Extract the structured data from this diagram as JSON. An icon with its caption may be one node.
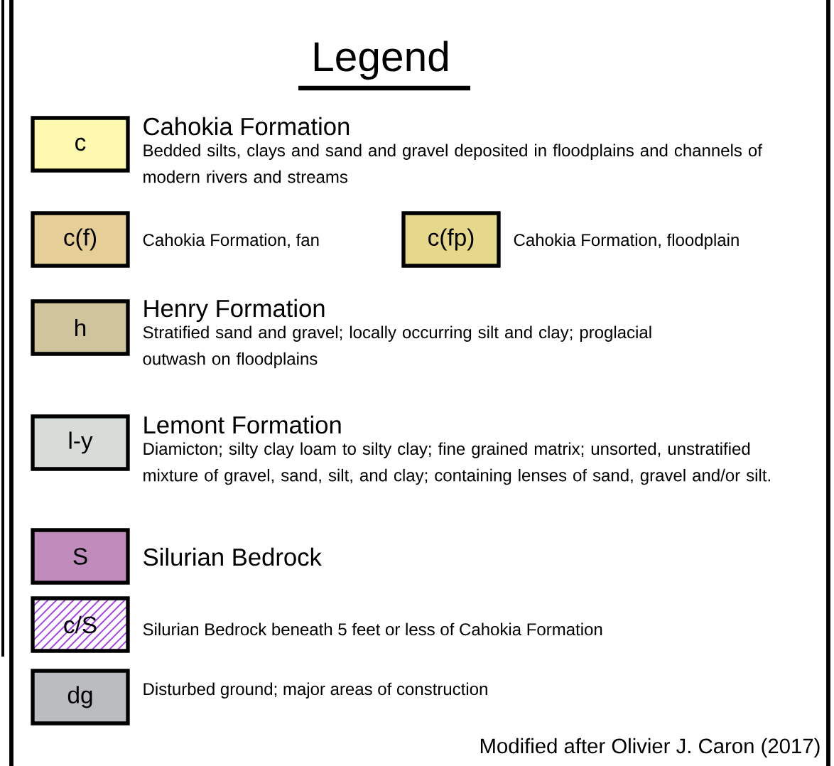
{
  "diagram": {
    "title": "Legend",
    "caption": "Modified after Olivier J. Caron (2017)",
    "labels": [
      "c",
      "Bedded silts, clays and sand and gravel deposited in floodplains and channels of modern rivers and streams",
      "c(f)",
      "c(fp)",
      "h",
      "Stratified sand and gravel; locally occurring silt and clay; proglacial outwash on floodplains",
      "l-y",
      "Diamicton; silty clay loam to silty clay; fine grained matrix; unsorted, unstratified mixture of gravel, sand, silt, and clay; containing lenses of sand, gravel and/or silt.",
      "S",
      "c/S",
      "dg"
    ],
    "legend": [
      {
        "text": "Cahokia Formation",
        "color": "#fff9b0"
      },
      {
        "text": "Cahokia Formation, fan",
        "color": "#e6cf96"
      },
      {
        "text": "Cahokia Formation, floodplain",
        "color": "#e6d88a"
      },
      {
        "text": "Henry Formation",
        "color": "#cfc49c"
      },
      {
        "text": "Lemont Formation",
        "color": "#d7dcd9"
      },
      {
        "text": "Silurian Bedrock",
        "color": "#c08cbb"
      },
      {
        "text": "Silurian Bedrock beneath 5 feet or less of Cahokia Formation"
      },
      {
        "text": "Disturbed ground; major areas of construction",
        "color": "#bbbcbf"
      }
    ]
  }
}
